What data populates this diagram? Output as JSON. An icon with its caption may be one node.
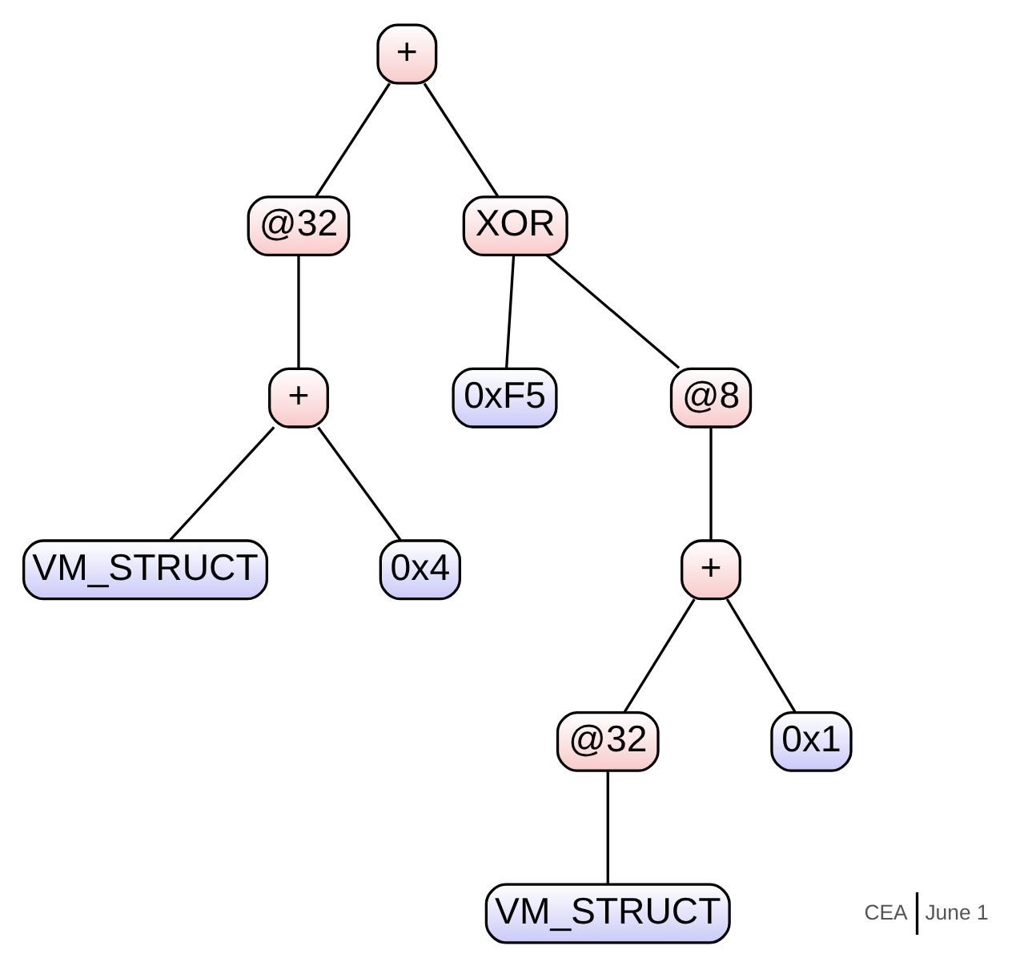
{
  "diagram": {
    "nodes": [
      {
        "text": [
          "+"
        ]
      },
      {
        "text": [
          "@32"
        ]
      },
      {
        "text": [
          "XOR"
        ]
      },
      {
        "text": [
          "+"
        ]
      },
      {
        "text": [
          "0xF5"
        ]
      },
      {
        "text": [
          "@8"
        ]
      },
      {
        "text": [
          "VM_STRUCT"
        ]
      },
      {
        "text": [
          "0x4"
        ]
      },
      {
        "text": [
          "+"
        ]
      },
      {
        "text": [
          "@32"
        ]
      },
      {
        "text": [
          "0x1"
        ]
      },
      {
        "text": [
          "VM_STRUCT"
        ]
      }
    ],
    "edges": [
      {
        "from": 0,
        "to": 1,
        "arrow": "none"
      },
      {
        "from": 0,
        "to": 2,
        "arrow": "none"
      },
      {
        "from": 1,
        "to": 3,
        "arrow": "none"
      },
      {
        "from": 2,
        "to": 4,
        "arrow": "none"
      },
      {
        "from": 2,
        "to": 5,
        "arrow": "none"
      },
      {
        "from": 3,
        "to": 6,
        "arrow": "none"
      },
      {
        "from": 3,
        "to": 7,
        "arrow": "none"
      },
      {
        "from": 5,
        "to": 8,
        "arrow": "none"
      },
      {
        "from": 8,
        "to": 9,
        "arrow": "none"
      },
      {
        "from": 8,
        "to": 10,
        "arrow": "none"
      },
      {
        "from": 9,
        "to": 11,
        "arrow": "none"
      }
    ],
    "labels": [
      "CEA",
      "June 1"
    ]
  }
}
